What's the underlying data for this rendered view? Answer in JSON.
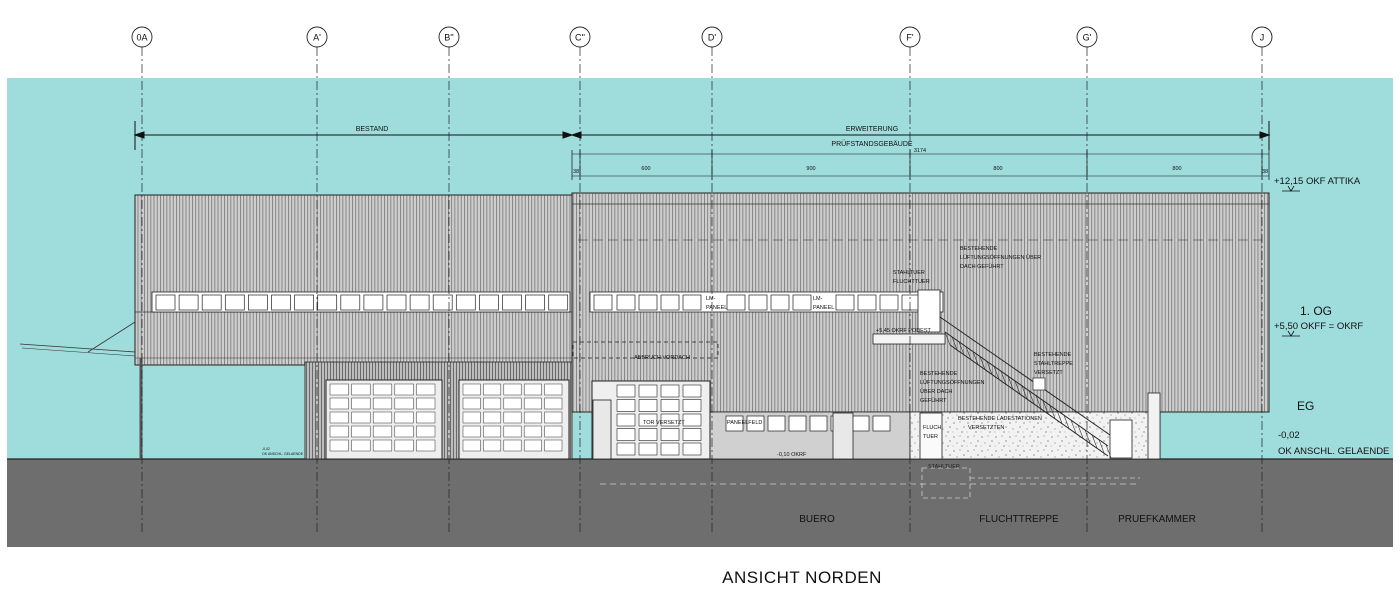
{
  "title": "ANSICHT NORDEN",
  "axes": [
    "0A",
    "A'",
    "B''",
    "C''",
    "D'",
    "F'",
    "G'",
    "J"
  ],
  "dimensions": {
    "bestand": "BESTAND",
    "erweiterung": "ERWEITERUNG",
    "pruefstand": "PRÜFSTANDSGEBÄUDE",
    "total": "3174",
    "segments": [
      "38",
      "600",
      "900",
      "800",
      "800",
      "38"
    ]
  },
  "levels": {
    "attika": "+12,15 OKF ATTIKA",
    "og_name": "1. OG",
    "og_value": "+5,50 OKFF = OKRF",
    "eg_name": "EG",
    "ground_value": "-0,02",
    "ground_label": "OK ANSCHL. GELAENDE",
    "okrf_local": "-0,10 OKRF",
    "landing": "+5,45 OKRF PODEST"
  },
  "annotations": {
    "stahltuer_fluchttuer": [
      "STAHLTUER",
      "FLUCHTTUER"
    ],
    "lueftung_top": [
      "BESTEHENDE",
      "LÜFTUNGSÖFFNUNGEN ÜBER",
      "DACH GEFÜHRT"
    ],
    "lueftung_mid": [
      "BESTEHENDE",
      "LÜFTUNGSÖFFNUNGEN",
      "ÜBER DACH",
      "GEFÜHRT"
    ],
    "stahltreppe": [
      "BESTEHENDE",
      "STAHLTREPPE",
      "VERSETZT"
    ],
    "ladestationen": [
      "BESTEHENDE LADESTATIONEN",
      "VERSETZTEN"
    ],
    "lm_paneel_1": [
      "LM-",
      "PANEEL"
    ],
    "lm_paneel_2": [
      "LM-",
      "PANEEL"
    ],
    "abbruch": "ABBRUCH VORDACH",
    "tor_versetzt": "TOR VERSETZT",
    "paneelfeld": "PANEELFELD",
    "fluchttuer": [
      "FLUCH",
      "TUER"
    ],
    "stahltuer_below": "STAHLTUER",
    "ground_small": [
      "-0,02",
      "OK ANSCHL. GELAENDE"
    ]
  },
  "rooms": [
    "BUERO",
    "FLUCHTTREPPE",
    "PRUEFKAMMER"
  ],
  "colors": {
    "sky": "#9fdcdc",
    "ground": "#6e6e6e",
    "facade": "#c9c9c9",
    "line": "#222222"
  }
}
